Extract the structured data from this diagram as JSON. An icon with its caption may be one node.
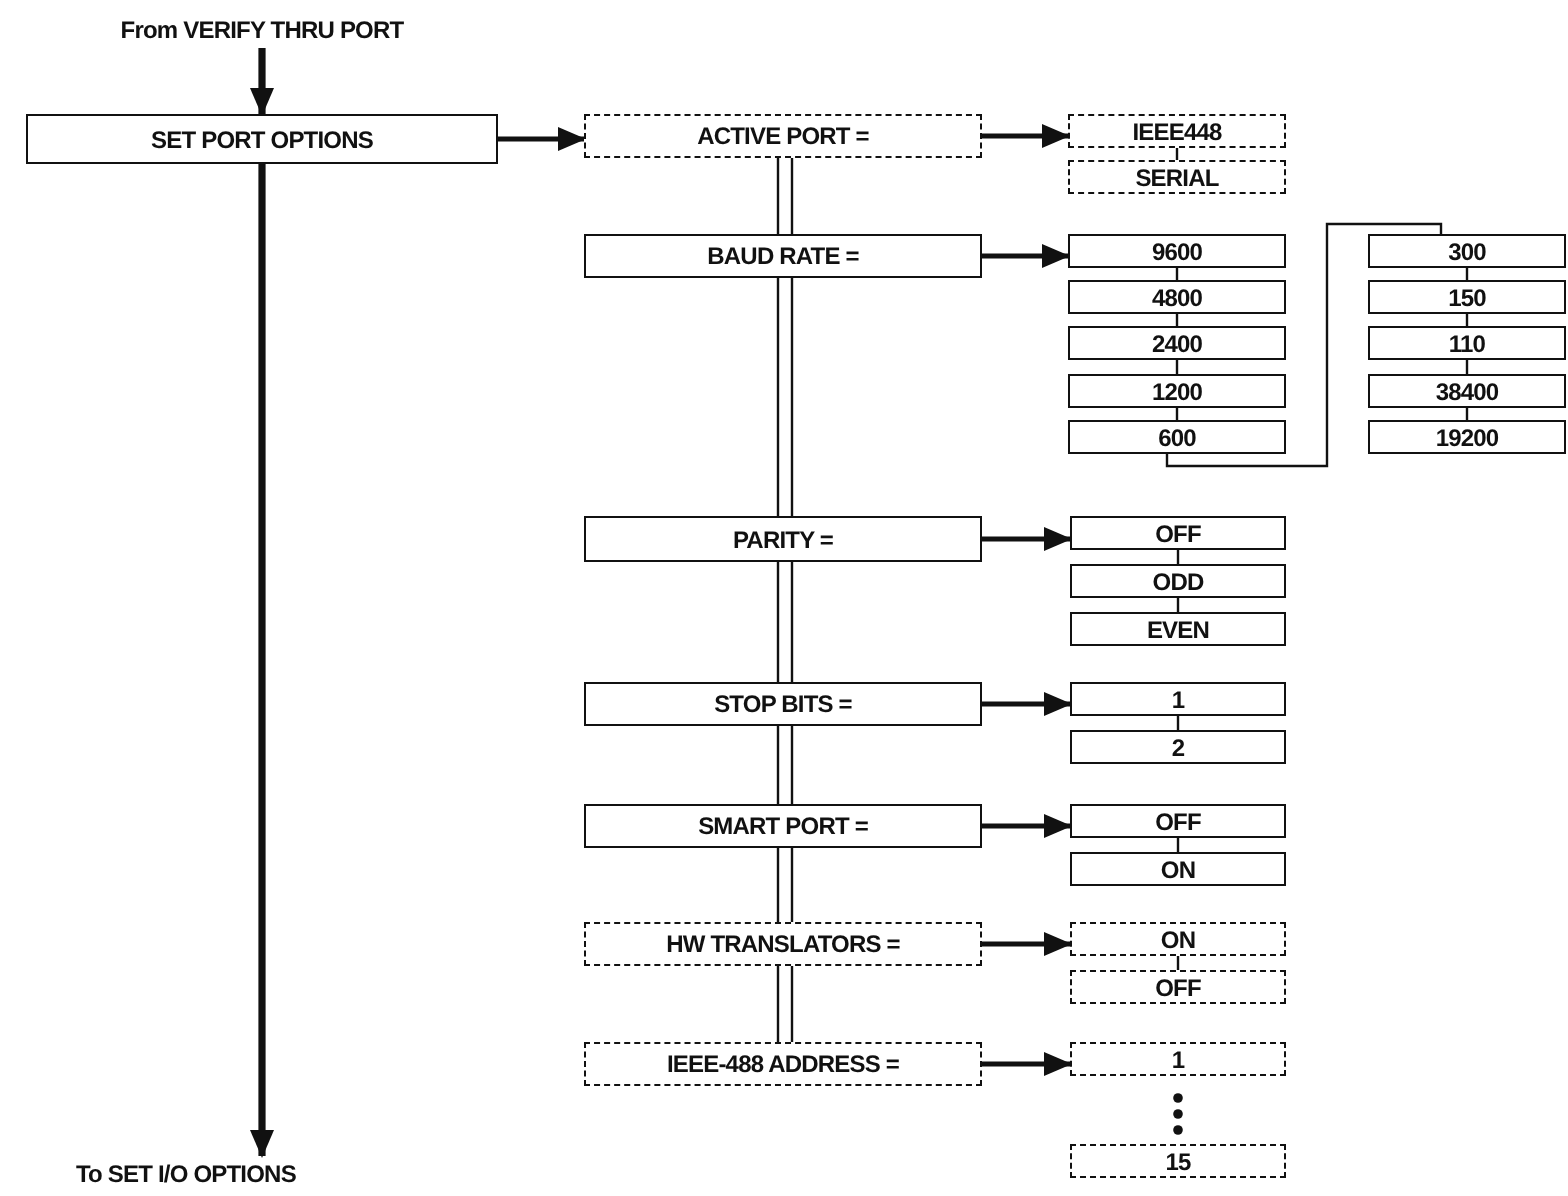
{
  "diagram": {
    "nodes": [
      {
        "text": [
          "From VERIFY THRU PORT"
        ]
      },
      {
        "text": [
          "SET PORT OPTIONS"
        ]
      },
      {
        "text": [
          "To SET I/O OPTIONS"
        ]
      },
      {
        "text": [
          "ACTIVE PORT ="
        ]
      },
      {
        "text": [
          "IEEE448"
        ]
      },
      {
        "text": [
          "SERIAL"
        ]
      },
      {
        "text": [
          "BAUD RATE ="
        ]
      },
      {
        "text": [
          "9600"
        ]
      },
      {
        "text": [
          "4800"
        ]
      },
      {
        "text": [
          "2400"
        ]
      },
      {
        "text": [
          "1200"
        ]
      },
      {
        "text": [
          "600"
        ]
      },
      {
        "text": [
          "300"
        ]
      },
      {
        "text": [
          "150"
        ]
      },
      {
        "text": [
          "110"
        ]
      },
      {
        "text": [
          "38400"
        ]
      },
      {
        "text": [
          "19200"
        ]
      },
      {
        "text": [
          "PARITY ="
        ]
      },
      {
        "text": [
          "OFF"
        ]
      },
      {
        "text": [
          "ODD"
        ]
      },
      {
        "text": [
          "EVEN"
        ]
      },
      {
        "text": [
          "STOP BITS ="
        ]
      },
      {
        "text": [
          "1"
        ]
      },
      {
        "text": [
          "2"
        ]
      },
      {
        "text": [
          "SMART PORT ="
        ]
      },
      {
        "text": [
          "OFF"
        ]
      },
      {
        "text": [
          "ON"
        ]
      },
      {
        "text": [
          "HW TRANSLATORS ="
        ]
      },
      {
        "text": [
          "ON"
        ]
      },
      {
        "text": [
          "OFF"
        ]
      },
      {
        "text": [
          "IEEE-488 ADDRESS ="
        ]
      },
      {
        "text": [
          "1"
        ]
      },
      {
        "text": [
          "15"
        ]
      }
    ],
    "edges": [
      {
        "from": 0,
        "to": 1,
        "arrow": "to",
        "style": "thick"
      },
      {
        "from": 1,
        "to": 2,
        "arrow": "to",
        "style": "thick"
      },
      {
        "from": 1,
        "to": 3,
        "arrow": "to"
      },
      {
        "from": 3,
        "to": 4,
        "arrow": "to"
      },
      {
        "from": 4,
        "to": 5,
        "arrow": "none"
      },
      {
        "from": 3,
        "to": 6,
        "arrow": "none"
      },
      {
        "from": 6,
        "to": 7,
        "arrow": "to"
      },
      {
        "from": 7,
        "to": 8,
        "arrow": "none"
      },
      {
        "from": 8,
        "to": 9,
        "arrow": "none"
      },
      {
        "from": 9,
        "to": 10,
        "arrow": "none"
      },
      {
        "from": 10,
        "to": 11,
        "arrow": "none"
      },
      {
        "from": 11,
        "to": 12,
        "arrow": "none"
      },
      {
        "from": 12,
        "to": 13,
        "arrow": "none"
      },
      {
        "from": 13,
        "to": 14,
        "arrow": "none"
      },
      {
        "from": 14,
        "to": 15,
        "arrow": "none"
      },
      {
        "from": 15,
        "to": 16,
        "arrow": "none"
      },
      {
        "from": 6,
        "to": 17,
        "arrow": "none"
      },
      {
        "from": 17,
        "to": 18,
        "arrow": "to"
      },
      {
        "from": 18,
        "to": 19,
        "arrow": "none"
      },
      {
        "from": 19,
        "to": 20,
        "arrow": "none"
      },
      {
        "from": 17,
        "to": 21,
        "arrow": "none"
      },
      {
        "from": 21,
        "to": 22,
        "arrow": "to"
      },
      {
        "from": 22,
        "to": 23,
        "arrow": "none"
      },
      {
        "from": 21,
        "to": 24,
        "arrow": "none"
      },
      {
        "from": 24,
        "to": 25,
        "arrow": "to"
      },
      {
        "from": 25,
        "to": 26,
        "arrow": "none"
      },
      {
        "from": 24,
        "to": 27,
        "arrow": "none"
      },
      {
        "from": 27,
        "to": 28,
        "arrow": "to"
      },
      {
        "from": 28,
        "to": 29,
        "arrow": "none"
      },
      {
        "from": 27,
        "to": 30,
        "arrow": "none"
      },
      {
        "from": 30,
        "to": 31,
        "arrow": "to"
      }
    ]
  }
}
